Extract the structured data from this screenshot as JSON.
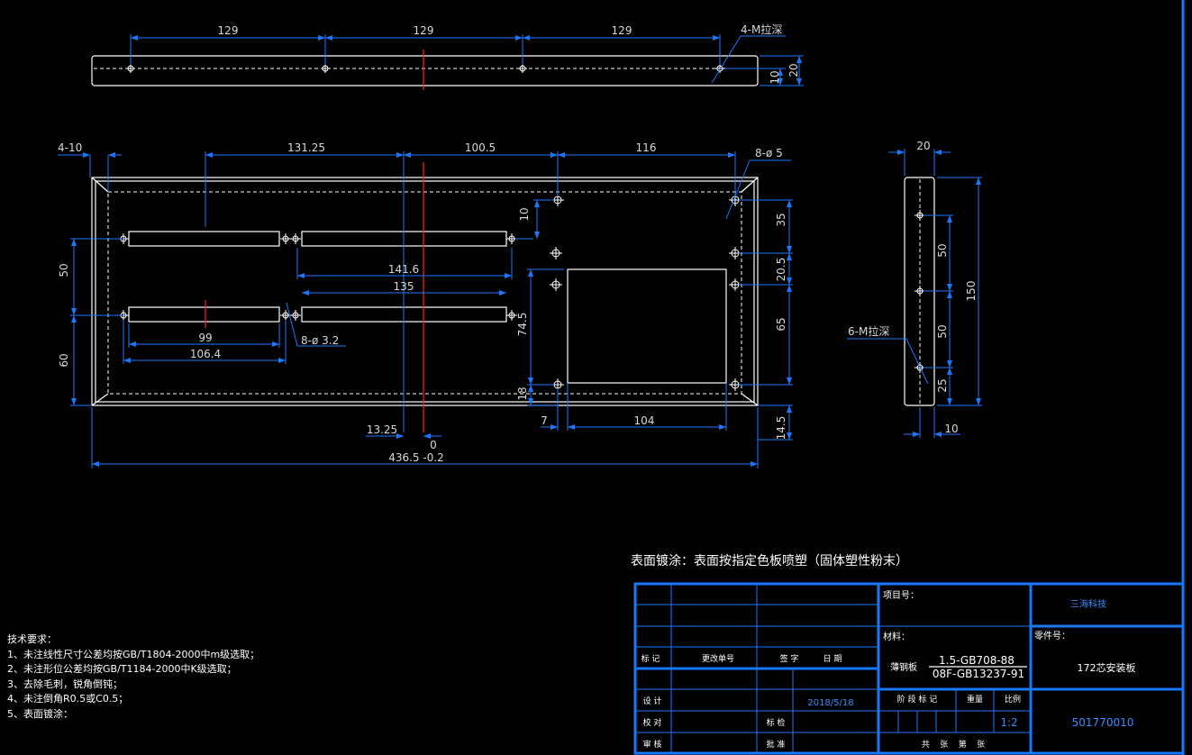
{
  "drawing": {
    "top_view": {
      "dims": [
        "129",
        "129",
        "129"
      ],
      "tap_label": "4-M拉深",
      "height_dims": [
        "10",
        "20"
      ]
    },
    "front_view": {
      "dims_top": [
        "4-10",
        "131.25",
        "100.5",
        "116",
        "8-ø 5"
      ],
      "dims_mid": [
        "141.6",
        "135",
        "10"
      ],
      "dims_bottom": [
        "99",
        "106.4",
        "8-ø 3.2"
      ],
      "dims_left": [
        "50",
        "60"
      ],
      "dims_right": [
        "35",
        "20.5",
        "65",
        "14.5"
      ],
      "dims_inner": [
        "74.5",
        "18",
        "7",
        "104"
      ],
      "dims_base": [
        "13.25",
        "0",
        "436.5 -0.2"
      ]
    },
    "side_view": {
      "width_dim": "20",
      "dims_vertical": [
        "50",
        "50",
        "25"
      ],
      "height_dim": "150",
      "tap_label": "6-M拉深",
      "bottom_dim": "10"
    }
  },
  "surface_note": "表面镀涂：表面按指定色板喷塑（固体塑性粉末）",
  "tech_requirements": {
    "title": "技术要求：",
    "items": [
      "1、未注线性尺寸公差均按GB/T1804-2000中m级选取；",
      "2、未注形位公差均按GB/T1184-2000中K级选取；",
      "3、去除毛刺，锐角倒钝；",
      "4、未注倒角R0.5或C0.5；",
      "5、表面镀涂："
    ]
  },
  "title_block": {
    "rev_headers": [
      "标 记",
      "更改单号",
      "签 字",
      "日 期"
    ],
    "design": "设 计",
    "date": "2018/5/18",
    "proofread": "校 对",
    "standardize": "标 检",
    "review": "审 核",
    "approve": "批 准",
    "project_no_label": "项目号：",
    "material_label": "材料：",
    "material_name": "薄钢板",
    "material_spec1": "1.5-GB708-88",
    "material_spec2": "08F-GB13237-91",
    "stage_label": "阶 段 标 记",
    "weight_label": "重量",
    "scale_label": "比例",
    "scale": "1:2",
    "sheet_label": "共    张    第    张",
    "company": "三海科技",
    "part_no_label": "零件号：",
    "part_name": "172芯安装板",
    "drawing_no": "501770010"
  }
}
